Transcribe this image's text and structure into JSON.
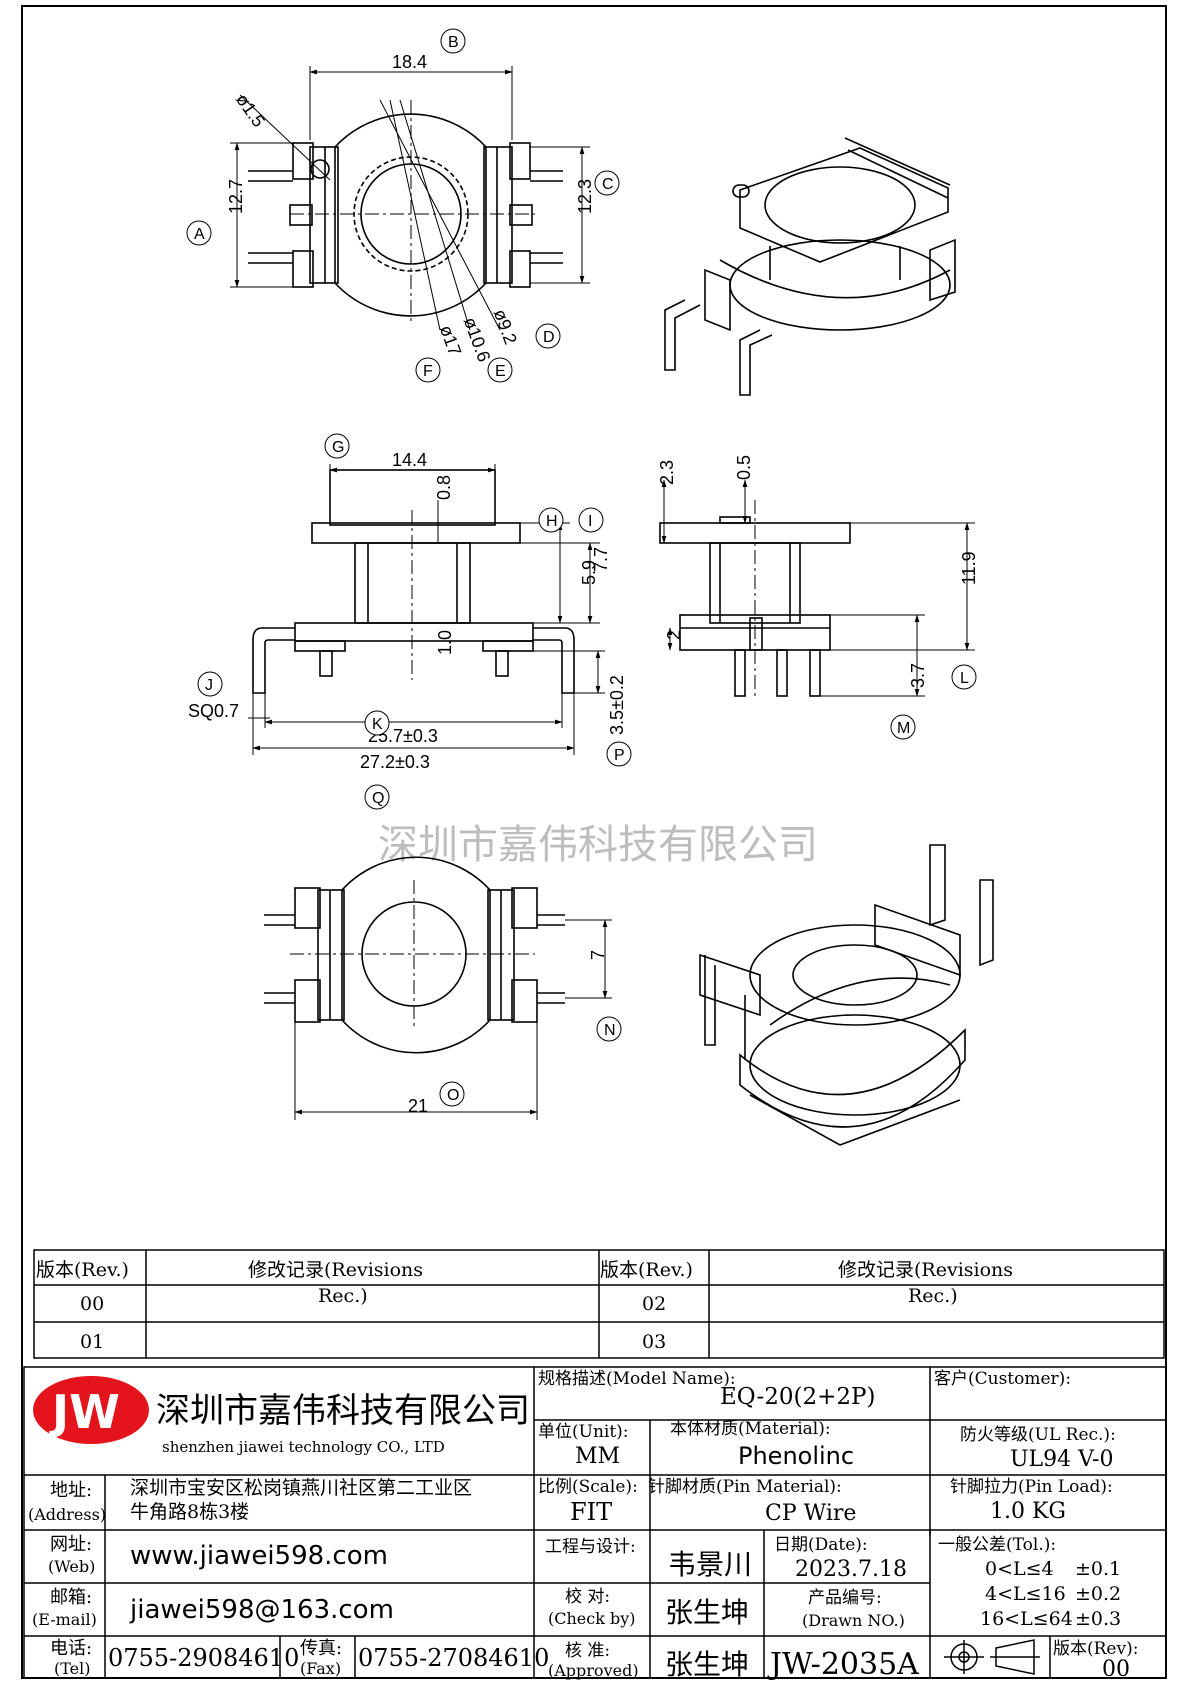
{
  "drawing": {
    "watermark": "深圳市嘉伟科技有限公司",
    "dims": {
      "top_width": "18.4",
      "hole_small": "ø1.5",
      "left_height": "12.7",
      "right_height": "12.3",
      "dia_d": "ø9.2",
      "dia_e": "ø10.6",
      "dia_f": "ø17",
      "side_width": "14.4",
      "flange_t": "0.8",
      "h_5_9": "5.9",
      "h_7_7": "7.7",
      "base_t": "1.0",
      "pin_sq": "SQ0.7",
      "span_25": "25.7±0.3",
      "span_27": "27.2±0.3",
      "pin_len": "3.5±0.2",
      "r_2_3": "2.3",
      "r_0_5": "0.5",
      "r_11_9": "11.9",
      "r_2": "2",
      "r_3_7": "3.7",
      "bot_7": "7",
      "bot_21": "21"
    },
    "callouts": [
      "A",
      "B",
      "C",
      "D",
      "E",
      "F",
      "G",
      "H",
      "I",
      "J",
      "K",
      "L",
      "M",
      "N",
      "O",
      "P",
      "Q"
    ]
  },
  "revisions": {
    "head_rev": "版本(Rev.)",
    "head_rec": "修改记录(Revisions",
    "head_rec2": "Rec.)",
    "rows_left": [
      "00",
      "01"
    ],
    "rows_right": [
      "02",
      "03"
    ]
  },
  "title_block": {
    "logo": "JW",
    "company_cn": "深圳市嘉伟科技有限公司",
    "company_en": "shenzhen  jiawei  technology  CO., LTD",
    "addr_label": "地址:",
    "addr_label_en": "(Address)",
    "addr_line1": "深圳市宝安区松岗镇燕川社区第二工业区",
    "addr_line2": "牛角路8栋3楼",
    "web_label": "网址:",
    "web_label_en": "(Web)",
    "web": "www.jiawei598.com",
    "mail_label": "邮箱:",
    "mail_label_en": "(E-mail)",
    "mail": "jiawei598@163.com",
    "tel_label": "电话:",
    "tel_label_en": "(Tel)",
    "tel": "0755-29084610",
    "fax_label": "传真:",
    "fax_label_en": "(Fax)",
    "fax": "0755-27084610",
    "model_label": "规格描述(Model Name):",
    "model": "EQ-20(2+2P)",
    "customer_label": "客户(Customer):",
    "unit_label": "单位(Unit):",
    "unit": "MM",
    "material_label": "本体材质(Material):",
    "material": "Phenolinc",
    "ul_label": "防火等级(UL Rec.):",
    "ul": "UL94 V-0",
    "scale_label": "比例(Scale):",
    "scale": "FIT",
    "pin_mat_label": "针脚材质(Pin Material):",
    "pin_mat": "CP Wire",
    "pin_load_label": "针脚拉力(Pin Load):",
    "pin_load": "1.0 KG",
    "design_label": "工程与设计:",
    "designer": "韦景川",
    "date_label": "日期(Date):",
    "date": "2023.7.18",
    "tol_label": "一般公差(Tol.):",
    "tol": [
      [
        "0<L≤4",
        "±0.1"
      ],
      [
        "4<L≤16",
        "±0.2"
      ],
      [
        "16<L≤64",
        "±0.3"
      ]
    ],
    "check_label": "校  对:",
    "check_label_en": "(Check by)",
    "checker": "张生坤",
    "prod_no_label": "产品编号:",
    "prod_no_label_en": "(Drawn NO.)",
    "approve_label": "核  准:",
    "approve_label_en": "(Approved)",
    "approver": "张生坤",
    "drawing_no": "JW-2035A",
    "rev_label": "版本(Rev):",
    "rev": "00"
  }
}
